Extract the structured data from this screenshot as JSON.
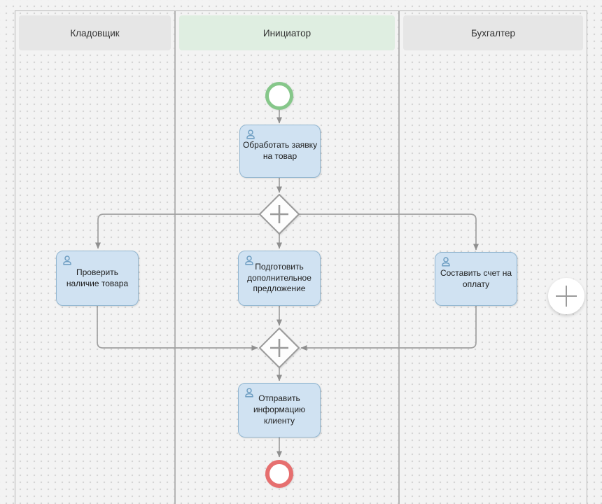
{
  "lanes": [
    {
      "label": "Кладовщик",
      "state": "default"
    },
    {
      "label": "Инициатор",
      "state": "highlighted"
    },
    {
      "label": "Бухгалтер",
      "state": "default"
    }
  ],
  "tasks": [
    {
      "label": "Обработать заявку\nна товар",
      "type": "user-task"
    },
    {
      "label": "Проверить\nналичие товара",
      "type": "user-task"
    },
    {
      "label": "Подготовить\nдополнительное\nпредложение",
      "type": "user-task"
    },
    {
      "label": "Составить счет на\nоплату",
      "type": "user-task"
    },
    {
      "label": "Отправить\nинформацию\nклиенту",
      "type": "user-task"
    }
  ],
  "gateways": [
    {
      "type": "parallel",
      "symbol": "plus"
    },
    {
      "type": "parallel",
      "symbol": "plus"
    }
  ],
  "events": [
    {
      "type": "start",
      "color": "#86c78a"
    },
    {
      "type": "end",
      "color": "#e66f6f"
    }
  ],
  "icons": {
    "user_task": "person-outline",
    "parallel_gateway": "plus",
    "append_element": "plus"
  },
  "colors": {
    "canvas_bg": "#f3f3f3",
    "grid_dot": "#d4d4d4",
    "lane_border": "#b5b5b5",
    "lane_header_default": "#e6e6e6",
    "lane_header_highlighted": "#dfeee1",
    "task_fill": "#d0e2f2",
    "task_border": "#92b6d0",
    "task_icon": "#6e9ec2",
    "connector": "#a0a0a0",
    "start_event": "#86c78a",
    "end_event": "#e66f6f"
  }
}
